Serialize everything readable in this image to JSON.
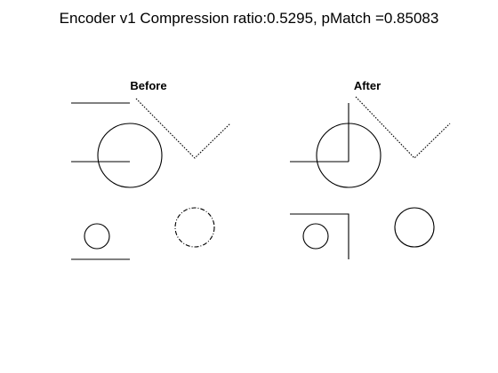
{
  "title": "Encoder v1 Compression ratio:0.5295, pMatch =0.85083",
  "panels": {
    "before": {
      "title": "Before"
    },
    "after": {
      "title": "After"
    }
  },
  "colors": {
    "background": "#ffffff",
    "ink": "#000000"
  }
}
